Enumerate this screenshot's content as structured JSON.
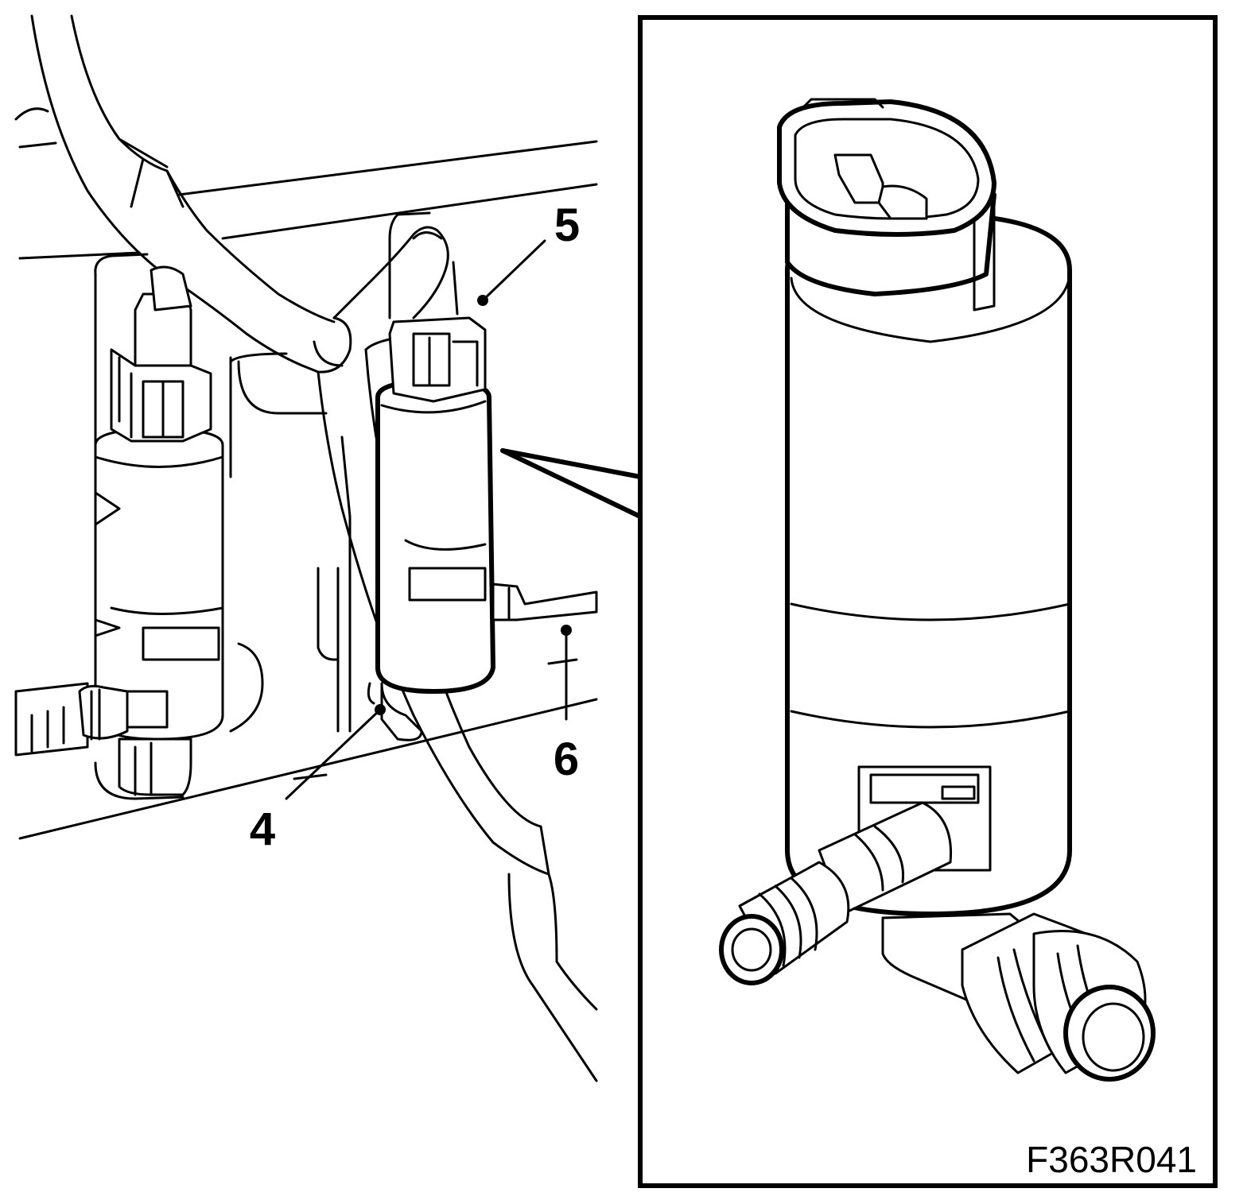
{
  "figure_id": "F363R041",
  "callouts": {
    "four": "4",
    "five": "5",
    "six": "6"
  },
  "colors": {
    "line": "#000000",
    "background": "#ffffff"
  }
}
